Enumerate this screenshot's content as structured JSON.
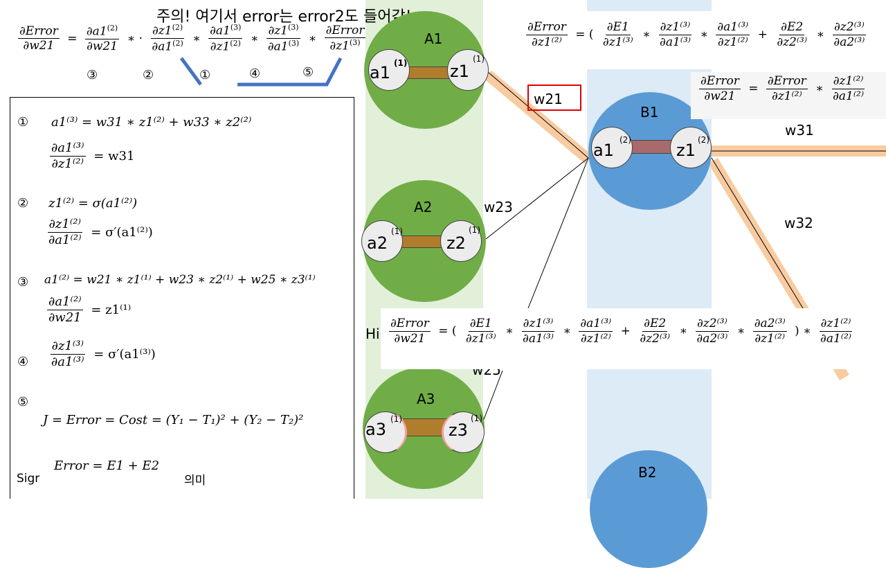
{
  "note": "주의! 여기서 error는 error2도 들어감!",
  "top_chain": {
    "lhs_num": "∂Error",
    "lhs_den": "∂w21",
    "f1_num": "∂a1",
    "f1_num_sup": "(2)",
    "f1_den": "∂w21",
    "f2_num": "∂z1",
    "f2_num_sup": "(2)",
    "f2_den": "∂a1",
    "f2_den_sup": "(2)",
    "f3_num": "∂a1",
    "f3_num_sup": "(3)",
    "f3_den": "∂z1",
    "f3_den_sup": "(2)",
    "f4_num": "∂z1",
    "f4_num_sup": "(3)",
    "f4_den": "∂a1",
    "f4_den_sup": "(3)",
    "f5_num": "∂Error",
    "f5_den": "∂z1",
    "f5_den_sup": "(3)",
    "markers": [
      "③",
      "②",
      "①",
      "④",
      "⑤"
    ]
  },
  "left_box": {
    "items": [
      {
        "marker": "①",
        "eq": "a1⁽³⁾ = w31 ∗ z1⁽²⁾ + w33 ∗ z2⁽²⁾",
        "deriv_num": "∂a1⁽³⁾",
        "deriv_den": "∂z1⁽²⁾",
        "deriv_rhs": "= w31"
      },
      {
        "marker": "②",
        "eq": "z1⁽²⁾ = σ(a1⁽²⁾)",
        "deriv_num": "∂z1⁽²⁾",
        "deriv_den": "∂a1⁽²⁾",
        "deriv_rhs": "= σ′(a1⁽²⁾)"
      },
      {
        "marker": "③",
        "eq": "a1⁽²⁾ = w21 ∗ z1⁽¹⁾ + w23 ∗ z2⁽¹⁾ + w25 ∗ z3⁽¹⁾",
        "deriv_num": "∂a1⁽²⁾",
        "deriv_den": "∂w21",
        "deriv_rhs": "= z1⁽¹⁾"
      },
      {
        "marker": "④",
        "eq": "",
        "deriv_num": "∂z1⁽³⁾",
        "deriv_den": "∂a1⁽³⁾",
        "deriv_rhs": "= σ′(a1⁽³⁾)"
      },
      {
        "marker": "⑤",
        "eq": "J = Error = Cost = (Y₁ − T₁)² + (Y₂ − T₂)²",
        "deriv_num": "",
        "deriv_den": "",
        "deriv_rhs": ""
      }
    ],
    "error_sum": "Error = E1 + E2",
    "footer_left": "Sigr",
    "footer_right": "의미"
  },
  "top_right_eq": {
    "lhs_num": "∂Error",
    "lhs_den": "∂z1⁽²⁾",
    "t1_num": "∂E1",
    "t1_den": "∂z1⁽³⁾",
    "t2_num": "∂z1⁽³⁾",
    "t2_den": "∂a1⁽³⁾",
    "t3_num": "∂a1⁽³⁾",
    "t3_den": "∂z1⁽²⁾",
    "t4_num": "∂E2",
    "t4_den": "∂z2⁽³⁾",
    "t5_num": "∂z2⁽³⁾",
    "t5_den": "∂a2⁽³⁾"
  },
  "mid_right_eq": {
    "lhs_num": "∂Error",
    "lhs_den": "∂w21",
    "r1_num": "∂Error",
    "r1_den": "∂z1⁽²⁾",
    "r2_num": "∂z1⁽²⁾",
    "r2_den": "∂a1⁽²⁾"
  },
  "bottom_eq": {
    "prefix": "Hi",
    "lhs_num": "∂Error",
    "lhs_den": "∂w21",
    "t1_num": "∂E1",
    "t1_den": "∂z1⁽³⁾",
    "t2_num": "∂z1⁽³⁾",
    "t2_den": "∂a1⁽³⁾",
    "t3_num": "∂a1⁽³⁾",
    "t3_den": "∂z1⁽²⁾",
    "t4_num": "∂E2",
    "t4_den": "∂z2⁽³⁾",
    "t5_num": "∂z2⁽³⁾",
    "t5_den": "∂a2⁽³⁾",
    "t6_num": "∂a2⁽³⁾",
    "t6_den": "∂z1⁽²⁾",
    "t7_num": "∂z1⁽²⁾",
    "t7_den": "∂a1⁽²⁾"
  },
  "nodes": {
    "A1": {
      "name": "A1",
      "a": "a1",
      "a_sup": "(1)",
      "z": "z1",
      "z_sup": "(1)"
    },
    "A2": {
      "name": "A2",
      "a": "a2",
      "a_sup": "(1)",
      "z": "z2",
      "z_sup": "(1)"
    },
    "A3": {
      "name": "A3",
      "a": "a3",
      "a_sup": "(1)",
      "z": "z3",
      "z_sup": "(1)"
    },
    "B1": {
      "name": "B1",
      "a": "a1",
      "a_sup": "(2)",
      "z": "z1",
      "z_sup": "(2)"
    },
    "B2": {
      "name": "B2"
    }
  },
  "weights": {
    "w21": "w21",
    "w23": "w23",
    "w25": "w25",
    "w31": "w31",
    "w32": "w32"
  },
  "colors": {
    "layer1_bg": "#e2efd9",
    "layer2_bg": "#ddebf7",
    "green_node": "#70ad47",
    "blue_node": "#5b9bd5",
    "orange_path": "#f8cba0",
    "bar": "#b07d2c",
    "bar_b1": "#a86a6a",
    "highlight_red": "#e00000",
    "underline_blue": "#4472c4"
  }
}
